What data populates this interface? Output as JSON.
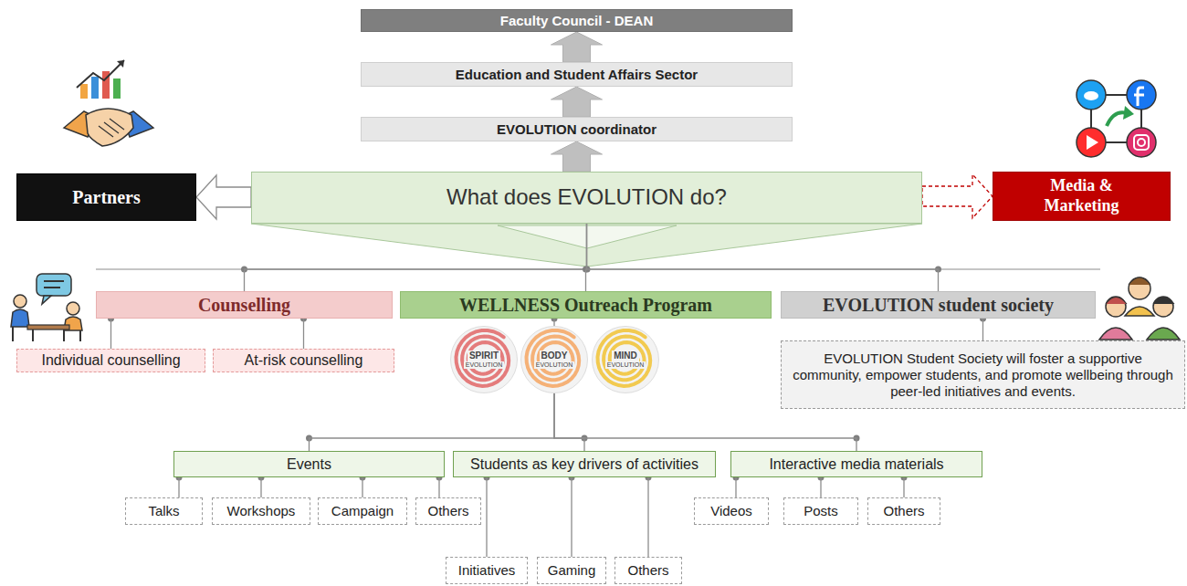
{
  "diagram": {
    "nodes": [
      {
        "text": [
          "Faculty Council - DEAN"
        ]
      },
      {
        "text": [
          "Education and Student Affairs Sector"
        ]
      },
      {
        "text": [
          "EVOLUTION coordinator"
        ]
      },
      {
        "text": [
          "Partners"
        ]
      },
      {
        "text": [
          "What does EVOLUTION do?"
        ]
      },
      {
        "text": [
          "Media & Marketing"
        ]
      },
      {
        "text": [
          "Counselling"
        ]
      },
      {
        "text": [
          "Individual counselling"
        ]
      },
      {
        "text": [
          "At-risk counselling"
        ]
      },
      {
        "text": [
          "WELLNESS Outreach Program"
        ]
      },
      {
        "text": [
          "EVOLUTION student society"
        ]
      },
      {
        "text": [
          "EVOLUTION Student Society will foster a supportive community, empower students, and promote wellbeing through peer-led initiatives and events."
        ]
      },
      {
        "text": [
          "SPIRIT",
          "EVOLUTION"
        ]
      },
      {
        "text": [
          "BODY",
          "EVOLUTION"
        ]
      },
      {
        "text": [
          "MIND",
          "EVOLUTION"
        ]
      },
      {
        "text": [
          "Events"
        ]
      },
      {
        "text": [
          "Students as key drivers of activities"
        ]
      },
      {
        "text": [
          "Interactive media materials"
        ]
      },
      {
        "text": [
          "Talks"
        ]
      },
      {
        "text": [
          "Workshops"
        ]
      },
      {
        "text": [
          "Campaign"
        ]
      },
      {
        "text": [
          "Others"
        ]
      },
      {
        "text": [
          "Initiatives"
        ]
      },
      {
        "text": [
          "Gaming"
        ]
      },
      {
        "text": [
          "Others"
        ]
      },
      {
        "text": [
          "Videos"
        ]
      },
      {
        "text": [
          "Posts"
        ]
      },
      {
        "text": [
          "Others"
        ]
      }
    ],
    "edges": [
      {
        "from": 2,
        "to": 1,
        "arrow": "to"
      },
      {
        "from": 1,
        "to": 0,
        "arrow": "to"
      },
      {
        "from": 4,
        "to": 2,
        "arrow": "to"
      },
      {
        "from": 4,
        "to": 3,
        "arrow": "to"
      },
      {
        "from": 4,
        "to": 5,
        "arrow": "to"
      },
      {
        "from": 4,
        "to": 6,
        "arrow": "none"
      },
      {
        "from": 4,
        "to": 9,
        "arrow": "none"
      },
      {
        "from": 4,
        "to": 10,
        "arrow": "none"
      },
      {
        "from": 6,
        "to": 7,
        "arrow": "none"
      },
      {
        "from": 6,
        "to": 8,
        "arrow": "none"
      },
      {
        "from": 9,
        "to": 13,
        "arrow": "none"
      },
      {
        "from": 10,
        "to": 11,
        "arrow": "none"
      },
      {
        "from": 13,
        "to": 15,
        "arrow": "none"
      },
      {
        "from": 13,
        "to": 16,
        "arrow": "none"
      },
      {
        "from": 13,
        "to": 17,
        "arrow": "none"
      },
      {
        "from": 15,
        "to": 18,
        "arrow": "none"
      },
      {
        "from": 15,
        "to": 19,
        "arrow": "none"
      },
      {
        "from": 15,
        "to": 20,
        "arrow": "none"
      },
      {
        "from": 15,
        "to": 21,
        "arrow": "none"
      },
      {
        "from": 16,
        "to": 22,
        "arrow": "none"
      },
      {
        "from": 16,
        "to": 23,
        "arrow": "none"
      },
      {
        "from": 16,
        "to": 24,
        "arrow": "none"
      },
      {
        "from": 17,
        "to": 25,
        "arrow": "none"
      },
      {
        "from": 17,
        "to": 26,
        "arrow": "none"
      },
      {
        "from": 17,
        "to": 27,
        "arrow": "none"
      }
    ]
  }
}
